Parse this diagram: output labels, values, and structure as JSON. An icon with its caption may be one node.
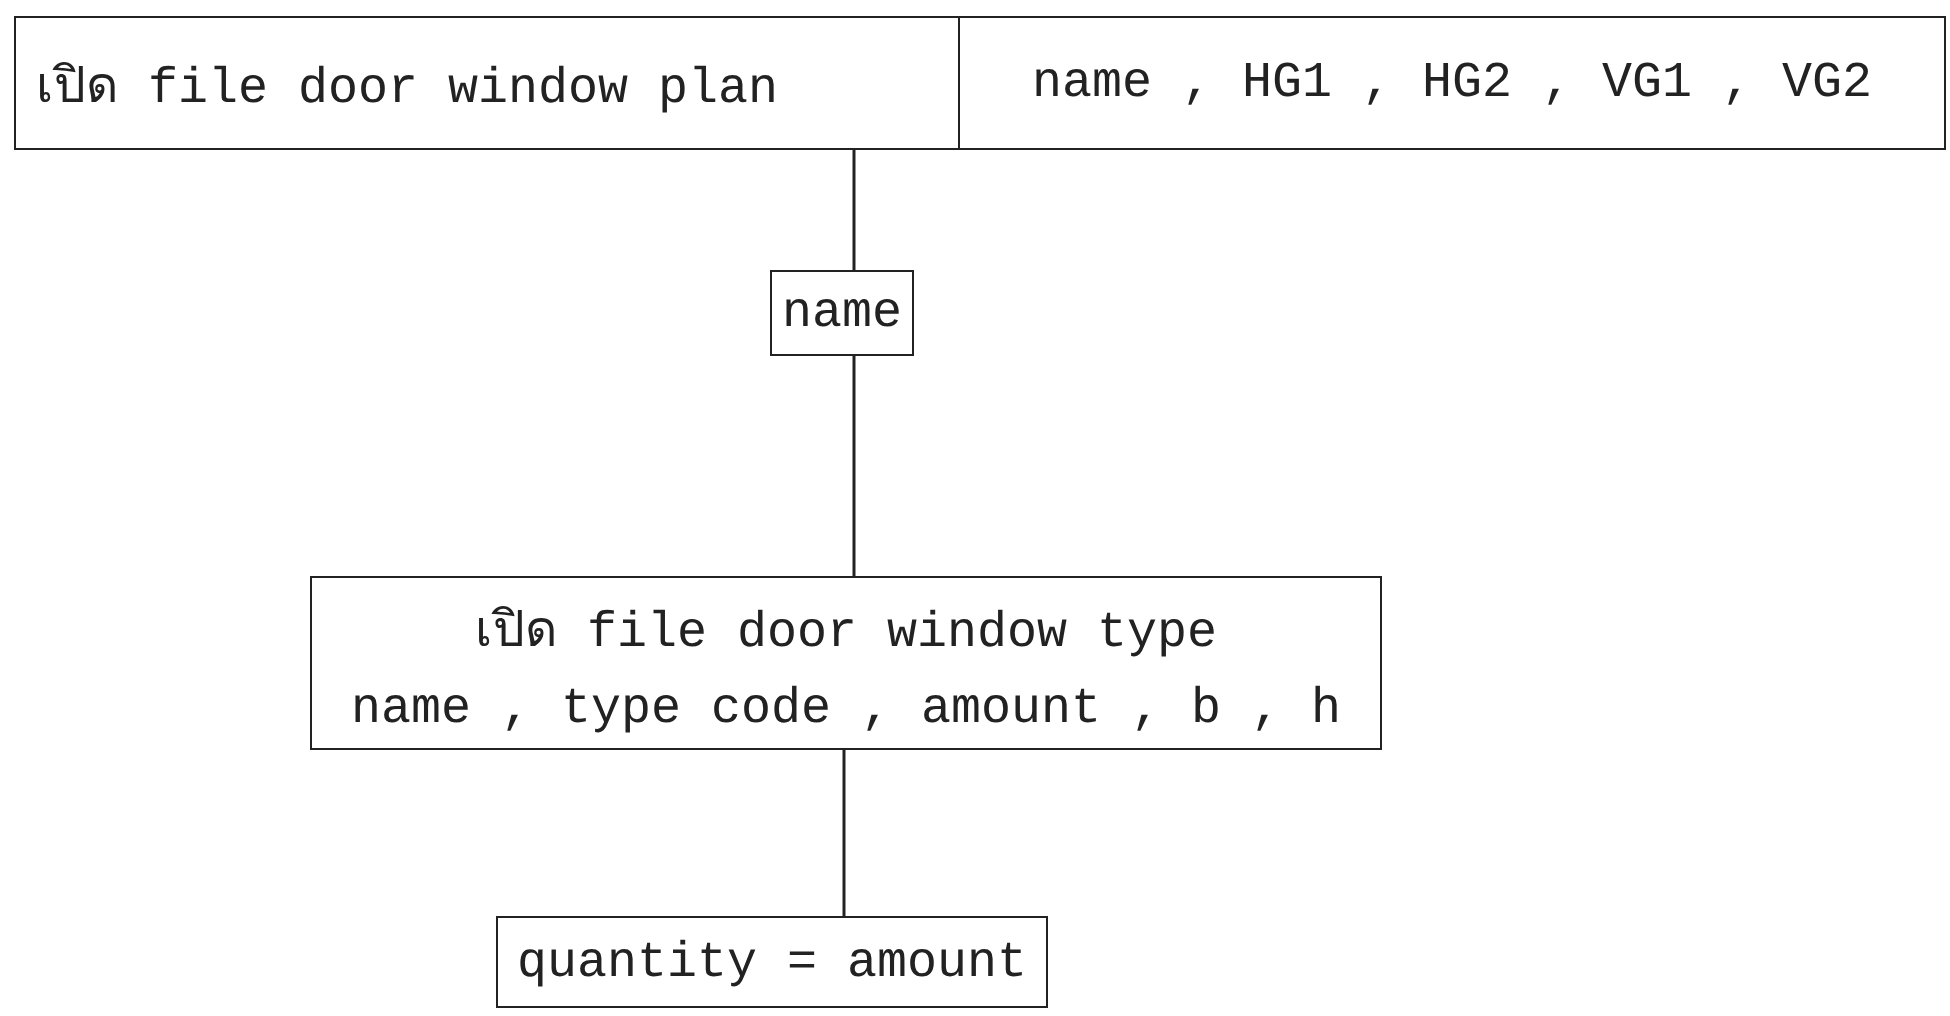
{
  "diagram": {
    "nodes": [
      {
        "text": [
          "เปิด file door window plan"
        ]
      },
      {
        "text": [
          "name , HG1 , HG2 , VG1 , VG2"
        ]
      },
      {
        "text": [
          "name"
        ]
      },
      {
        "text": [
          "เปิด file door window type",
          "name , type code , amount , b , h"
        ]
      },
      {
        "text": [
          "quantity = amount"
        ]
      }
    ],
    "edges": [
      {
        "from": 0,
        "to": 2,
        "arrow": "none"
      },
      {
        "from": 2,
        "to": 3,
        "arrow": "none"
      },
      {
        "from": 3,
        "to": 4,
        "arrow": "none"
      }
    ]
  }
}
